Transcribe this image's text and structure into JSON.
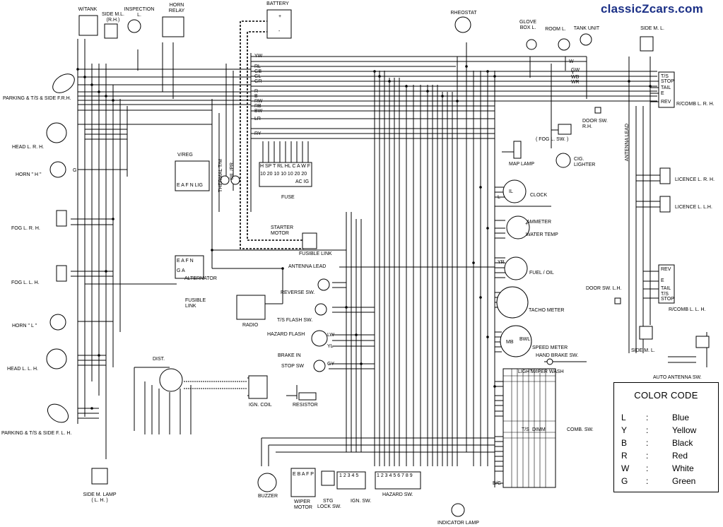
{
  "watermark": "classicZcars.com",
  "legend": {
    "title": "COLOR CODE",
    "rows": [
      {
        "code": "L",
        "sep": ":",
        "name": "Blue"
      },
      {
        "code": "Y",
        "sep": ":",
        "name": "Yellow"
      },
      {
        "code": "B",
        "sep": ":",
        "name": "Black"
      },
      {
        "code": "R",
        "sep": ":",
        "name": "Red"
      },
      {
        "code": "W",
        "sep": ":",
        "name": "White"
      },
      {
        "code": "G",
        "sep": ":",
        "name": "Green"
      }
    ]
  },
  "components": {
    "wtank": "W/TANK",
    "side_ml_rh_a": "SIDE M.L.",
    "side_ml_rh_b": "(R.H.)",
    "inspection_a": "INSPECTION",
    "inspection_b": "L.",
    "horn_relay_a": "HORN",
    "horn_relay_b": "RELAY",
    "battery": "BATTERY",
    "rheostat": "RHEOSTAT",
    "glove_a": "GLOVE",
    "glove_b": "BOX L.",
    "room": "ROOM L.",
    "tank_unit": "TANK UNIT",
    "side_ml_top": "SIDE M. L.",
    "parking_frh": "PARKING & T/S & SIDE F.R.H.",
    "head_rh": "HEAD L. R. H.",
    "horn_h": "HORN \" H \"",
    "fog_rh": "FOG L.  R. H.",
    "fog_lh": "FOG L.  L. H.",
    "horn_l": "HORN \" L \"",
    "head_lh": "HEAD L.  L. H.",
    "parking_flh": "PARKING & T/S & SIDE F. L. H.",
    "side_ml_lamp_a": "SIDE M. LAMP",
    "side_ml_lamp_b": "( L. H. )",
    "vreg": "V/REG",
    "thermal_tm": "THERMAL T/M",
    "oil_pr": "OIL  /PR.",
    "fuse": "FUSE",
    "alternator": "ALTERNATOR",
    "fusible_link": "FUSIBLE",
    "fusible_link_b": "LINK",
    "starter_a": "STARTER",
    "starter_b": "MOTOR",
    "fusible_link2": "FUSIBLE LINK",
    "antenna_lead": "ANTENNA LEAD",
    "reverse_sw": "REVERSE SW.",
    "radio": "RADIO",
    "ts_flash_sw": "T/S FLASH SW.",
    "hazard_flash": "HAZARD FLASH",
    "brake_in": "BRAKE IN",
    "stop_sw": "STOP SW",
    "dist": "DIST.",
    "ign_coil": "IGN. COIL",
    "resistor": "RESISTOR",
    "buzzer": "BUZZER",
    "wiper_motor_a": "WIPER",
    "wiper_motor_b": "MOTOR",
    "stg_lock_a": "STG",
    "stg_lock_b": "LOCK SW.",
    "ign_sw": "IGN. SW.",
    "hazard_sw": "HAZARD SW.",
    "indicator_lamp": "INDICATOR LAMP",
    "fog_lsw": "( FOG L. SW. )",
    "map_lamp": "MAP LAMP",
    "cig_a": "CIG.",
    "cig_b": "LIGHTER",
    "clock": "CLOCK",
    "ammeter": "AMMETER",
    "water_temp": "WATER TEMP",
    "fuel_oil": "FUEL / OIL",
    "tacho": "TACHO METER",
    "speedo": "SPEED METER",
    "hand_brake": "HAND BRAKE SW.",
    "comb_sw": "COMB. SW.",
    "door_sw_rh_a": "DOOR SW.",
    "door_sw_rh_b": "R.H.",
    "rcomb_rh": "R/COMB L. R. H.",
    "licence_rh": "LICENCE L. R. H.",
    "licence_lh": "LICENCE L. L.H.",
    "door_sw_lh": "DOOR SW. L.H.",
    "rcomb_lh": "R/COMB L. L. H.",
    "side_ml_lh": "SIDE M. L.",
    "auto_antenna": "AUTO ANTENNA SW.",
    "antenna_lead_v": "ANTENNA LEAD"
  },
  "wire_labels": {
    "batt_plus": "+",
    "batt_minus": "-",
    "rt_stop": "T/S",
    "rt_stop2": "STOP",
    "rt_tail": "TAIL",
    "rt_e": "E",
    "rt_rev": "REV",
    "lt_rev": "REV",
    "lt_e": "E",
    "lt_tail": "TAIL",
    "lt_ts": "T/S",
    "lt_stop": "STOP",
    "light_hdr": "LIGHT",
    "wiper_hdr": "WIPER WASH",
    "ts_hdr": "T/S",
    "dimm_hdr": "DIMM",
    "wire_yw": "YW",
    "wire_rl": "RL",
    "wire_gb": "GB",
    "wire_gl": "GL",
    "wire_gr": "GR",
    "wire_r": "R",
    "wire_b": "B",
    "wire_rw": "RW",
    "wire_rb": "RB",
    "wire_bw": "BW",
    "wire_lr": "LR",
    "wire_ry": "RY",
    "wire_g": "G",
    "wire_w": "W",
    "wire_wb": "WB",
    "wire_wr": "WR",
    "wire_gw": "GW",
    "wire_y": "Y",
    "wire_l": "L",
    "wire_lw": "LW",
    "wire_yl": "YL",
    "wire_gy": "GY",
    "wire_yr": "YR",
    "wire_bg": "B/G",
    "fuse_hdr": "H SP T RL HL C  A W F",
    "fuse_v1": "10 20 10 10 10 20 20",
    "fuse_acig": "AC IG",
    "vreg_terms": "E A F N  LIG",
    "alt_terms": "E A F N",
    "alt_ga": "G A",
    "ign_terms": "1 2 3 4 5",
    "haz_terms": "1 2 3 4 5 6 7 8 9",
    "wiper_terms": "E B A F P",
    "gauge_plus": "+",
    "mb": "MB",
    "bwl": "BWL",
    "il": "IL"
  }
}
